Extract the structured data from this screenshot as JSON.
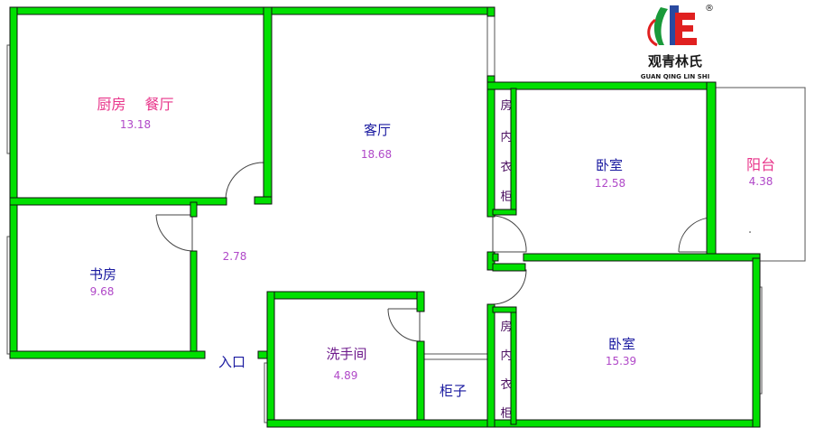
{
  "rooms": {
    "kitchen_dining": {
      "name": "厨房　 餐厅",
      "area": "13.18"
    },
    "living": {
      "name": "客厅",
      "area": "18.68"
    },
    "bedroom1": {
      "name": "卧室",
      "area": "12.58"
    },
    "balcony": {
      "name": "阳台",
      "area": "4.38"
    },
    "study": {
      "name": "书房",
      "area": "9.68"
    },
    "hall": {
      "area": "2.78"
    },
    "bathroom": {
      "name": "洗手间",
      "area": "4.89"
    },
    "bedroom2": {
      "name": "卧室",
      "area": "15.39"
    },
    "cabinet": {
      "name": "柜子"
    }
  },
  "entrance": "入口",
  "wardrobe1": [
    "房",
    "内",
    "衣",
    "柜"
  ],
  "wardrobe2": [
    "房",
    "内",
    "衣",
    "柜"
  ],
  "logo": {
    "name": "观青林氏",
    "sub": "GUAN QING LIN SHI",
    "mark": "®"
  },
  "colors": {
    "wall": "#00e000",
    "wall_edge": "#111111",
    "accent_pink": "#e8348a",
    "area_text": "#b048c8",
    "logo_red": "#e02020",
    "logo_green": "#1a9a3a",
    "logo_blue": "#2a4aa0"
  }
}
